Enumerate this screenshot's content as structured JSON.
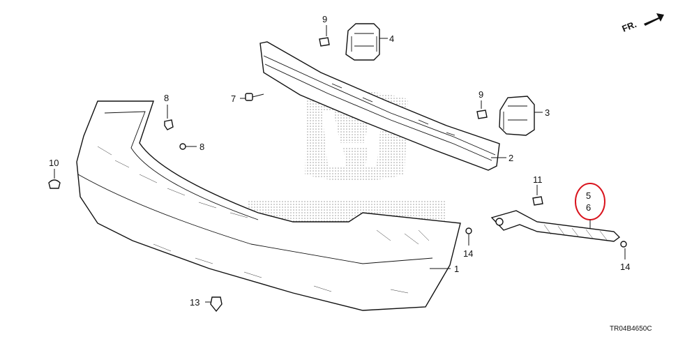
{
  "diagram": {
    "direction_label": "FR.",
    "drawing_code": "TR04B4650C",
    "highlight_color": "#d9141e",
    "watermark": "HONDA logo (gray dotted)",
    "callouts": [
      {
        "id": "c1",
        "label": "1",
        "part": "rear bumper face"
      },
      {
        "id": "c2",
        "label": "2",
        "part": "rear bumper beam"
      },
      {
        "id": "c3",
        "label": "3",
        "part": "beam mounting bracket right"
      },
      {
        "id": "c4",
        "label": "4",
        "part": "beam mounting bracket left"
      },
      {
        "id": "c5",
        "label": "5",
        "part": "bumper side spacer (highlighted)"
      },
      {
        "id": "c6",
        "label": "6",
        "part": "bumper side spacer (highlighted)"
      },
      {
        "id": "c7",
        "label": "7",
        "part": "bolt"
      },
      {
        "id": "c8a",
        "label": "8",
        "part": "clip"
      },
      {
        "id": "c8b",
        "label": "8",
        "part": "screw"
      },
      {
        "id": "c9a",
        "label": "9",
        "part": "flange bolt"
      },
      {
        "id": "c9b",
        "label": "9",
        "part": "flange bolt"
      },
      {
        "id": "c10",
        "label": "10",
        "part": "clip"
      },
      {
        "id": "c11",
        "label": "11",
        "part": "clip"
      },
      {
        "id": "c13",
        "label": "13",
        "part": "screw"
      },
      {
        "id": "c14a",
        "label": "14",
        "part": "clip"
      },
      {
        "id": "c14b",
        "label": "14",
        "part": "clip"
      }
    ]
  }
}
